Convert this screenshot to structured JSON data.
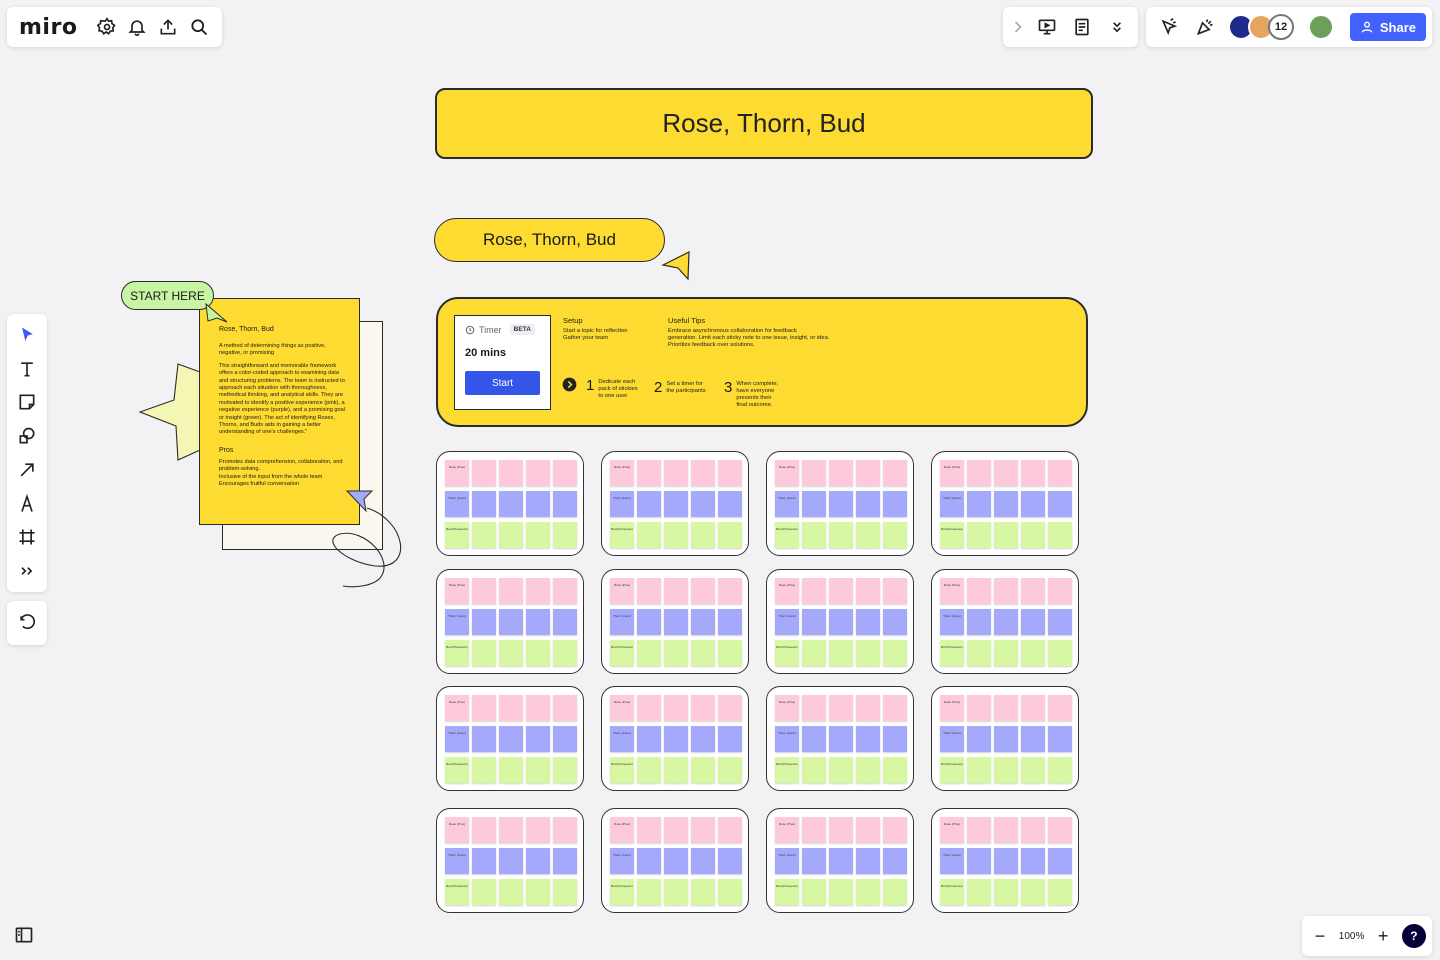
{
  "app": {
    "logo": "miro"
  },
  "top_left": {
    "icons": [
      "settings-icon",
      "bell-icon",
      "upload-icon",
      "search-icon"
    ]
  },
  "top_mid": {
    "icons": [
      "chevron-right-icon",
      "presentation-icon",
      "notes-icon",
      "double-chevron-down-icon"
    ]
  },
  "top_right": {
    "collaborator_count": "12",
    "share_label": "Share"
  },
  "toolbar": {
    "tools": [
      "select-icon",
      "text-icon",
      "sticky-note-icon",
      "shapes-icon",
      "arrow-icon",
      "pen-icon",
      "frame-icon",
      "more-tools-icon"
    ]
  },
  "zoom": {
    "level": "100%",
    "minus": "−",
    "plus": "+",
    "help": "?"
  },
  "canvas": {
    "title": "Rose, Thorn, Bud",
    "subtitle": "Rose, Thorn, Bud",
    "start_here": "START HERE",
    "timer": {
      "label": "Timer",
      "badge": "BETA",
      "duration": "20 mins",
      "start": "Start"
    },
    "setup": {
      "heading": "Setup",
      "line1": "Start a topic for reflection",
      "line2": "Gather your team"
    },
    "tips": {
      "heading": "Useful Tips",
      "line1": "Embrace asynchronous collaboration for feedback",
      "line2": "generation. Limit each sticky note to one issue, insight, or idea.",
      "line3": "Prioritize feedback over solutions."
    },
    "steps": [
      {
        "num": "1",
        "l1": "Dedicate each",
        "l2": "pack of stickies",
        "l3": "to one user"
      },
      {
        "num": "2",
        "l1": "Set a timer for",
        "l2": "the participants",
        "l3": ""
      },
      {
        "num": "3",
        "l1": "When complete,",
        "l2": "have everyone",
        "l3": "presents their",
        "l4": "final outcome."
      }
    ],
    "doc": {
      "heading": "Rose, Thorn, Bud",
      "p1": "A method of determining things as positive, negative, or promising",
      "p2": "This straightforward and memorable framework offers a color-coded approach to examining data and structuring problems. The team is instructed to approach each situation with thoroughness, methodical thinking, and analytical skills. They are motivated to identify a positive experience (pink), a negative experience (purple), and a promising goal or insight (green). The act of identifying Roses, Thorns, and Buds aids in gaining a better understanding of one's challenges.\"",
      "pros_heading": "Pros",
      "pros1": "Promotes data comprehension, collaboration, and problem-solving.",
      "pros2": "Inclusive of the input from the whole team",
      "pros3": "Encourages fruitful conversation"
    },
    "sticky_labels": {
      "rose": "Rose (Pros)",
      "thorn": "Thorn (Cons)",
      "bud": "Bud (Prospects)"
    },
    "board_count": 16
  },
  "colors": {
    "yellow": "#fddb31",
    "rose": "#fdc9dc",
    "thorn": "#a4a9fb",
    "bud": "#d7f7a3",
    "accent": "#4262ff"
  }
}
